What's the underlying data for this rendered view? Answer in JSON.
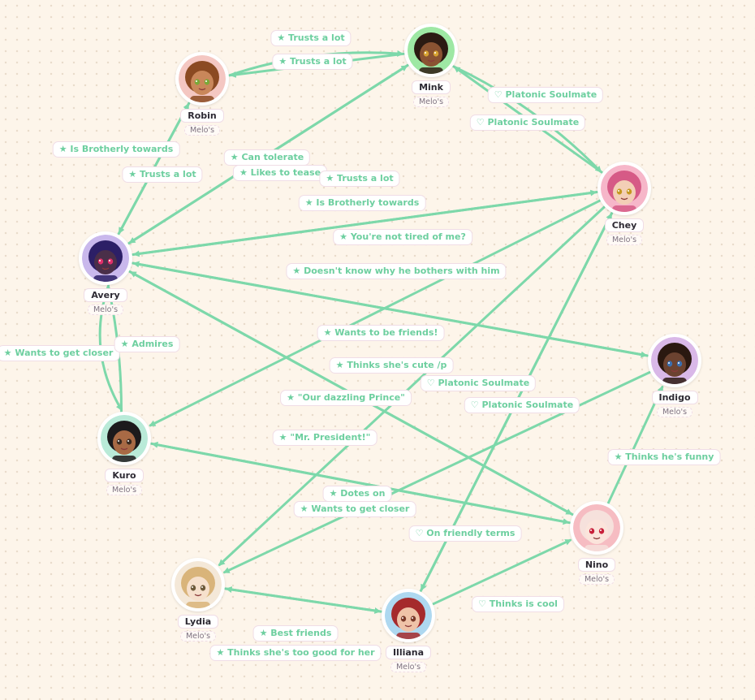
{
  "colors": {
    "edge": "#7dd8aa",
    "label_text": "#6dcf9f",
    "label_border": "#f0dde6"
  },
  "nodes": [
    {
      "id": "mink",
      "name": "Mink",
      "tag": "Melo's",
      "ring": "#9ee8a4",
      "skin": "#8a5332",
      "hair": "#2b1a12",
      "eyes": "#d7a332"
    },
    {
      "id": "robin",
      "name": "Robin",
      "tag": "Melo's",
      "ring": "#f4c7c2",
      "skin": "#c9875a",
      "hair": "#8b4a22",
      "eyes": "#7aa838"
    },
    {
      "id": "chey",
      "name": "Chey",
      "tag": "Melo's",
      "ring": "#f6b6c9",
      "skin": "#f3cfb6",
      "hair": "#d65a86",
      "eyes": "#c59820"
    },
    {
      "id": "avery",
      "name": "Avery",
      "tag": "Melo's",
      "ring": "#c9b8ec",
      "skin": "#4a2f49",
      "hair": "#2c1f66",
      "eyes": "#e0306a"
    },
    {
      "id": "indigo",
      "name": "Indigo",
      "tag": "Melo's",
      "ring": "#d9b8e8",
      "skin": "#6b4230",
      "hair": "#2a1810",
      "eyes": "#3a6fb0"
    },
    {
      "id": "kuro",
      "name": "Kuro",
      "tag": "Melo's",
      "ring": "#b9ead8",
      "skin": "#a86a45",
      "hair": "#1c1a1c",
      "eyes": "#3a2a20"
    },
    {
      "id": "nino",
      "name": "Nino",
      "tag": "Melo's",
      "ring": "#f6bcc2",
      "skin": "#fbe4db",
      "hair": "#f6e1dc",
      "eyes": "#c8203a"
    },
    {
      "id": "lydia",
      "name": "Lydia",
      "tag": "Melo's",
      "ring": "#f4e8d8",
      "skin": "#f6e0cc",
      "hair": "#d9b47a",
      "eyes": "#6d5a3a"
    },
    {
      "id": "illiana",
      "name": "Illiana",
      "tag": "Melo's",
      "ring": "#aed8f0",
      "skin": "#efc3a8",
      "hair": "#a52a2c",
      "eyes": "#7a3a2a"
    }
  ],
  "edges": [
    {
      "id": "e1",
      "from": "robin",
      "to": "mink",
      "label": "★ Trusts a lot",
      "bend": -22
    },
    {
      "id": "e2",
      "from": "mink",
      "to": "robin",
      "label": "★ Trusts a lot",
      "bend": 0
    },
    {
      "id": "e3",
      "from": "chey",
      "to": "mink",
      "label": "♡ Platonic Soulmate",
      "bend": 0
    },
    {
      "id": "e4",
      "from": "mink",
      "to": "chey",
      "label": "♡ Platonic Soulmate",
      "bend": -20
    },
    {
      "id": "e5",
      "from": "avery",
      "to": "robin",
      "label": "★ Is Brotherly towards",
      "bend": 0
    },
    {
      "id": "e6",
      "from": "robin",
      "to": "avery",
      "label": "★ Trusts a lot",
      "bend": 0
    },
    {
      "id": "e7",
      "from": "avery",
      "to": "mink",
      "label": "★ Can tolerate",
      "bend": 0
    },
    {
      "id": "e8",
      "from": "mink",
      "to": "avery",
      "label": "★ Likes to tease",
      "bend": 0
    },
    {
      "id": "e9",
      "from": "chey",
      "to": "avery",
      "label": "★ Trusts a lot",
      "bend": 0
    },
    {
      "id": "e10",
      "from": "avery",
      "to": "chey",
      "label": "★ Is Brotherly towards",
      "bend": 0
    },
    {
      "id": "e11",
      "from": "indigo",
      "to": "avery",
      "label": "★ You're not tired of me?",
      "bend": 0
    },
    {
      "id": "e12",
      "from": "avery",
      "to": "indigo",
      "label": "★ Doesn't know why he bothers with him",
      "bend": 0
    },
    {
      "id": "e13",
      "from": "avery",
      "to": "kuro",
      "label": "★ Wants to get closer",
      "bend": 35
    },
    {
      "id": "e14",
      "from": "kuro",
      "to": "avery",
      "label": "★ Admires",
      "bend": 8
    },
    {
      "id": "e15",
      "from": "chey",
      "to": "kuro",
      "label": "★ Wants to be friends!",
      "bend": 0
    },
    {
      "id": "e16",
      "from": "avery",
      "to": "nino",
      "label": "★ Thinks she's cute /p",
      "bend": 0
    },
    {
      "id": "e17",
      "from": "illiana",
      "to": "chey",
      "label": "♡ Platonic Soulmate",
      "bend": 0
    },
    {
      "id": "e18",
      "from": "chey",
      "to": "illiana",
      "label": "♡ Platonic Soulmate",
      "bend": 0
    },
    {
      "id": "e19",
      "from": "nino",
      "to": "avery",
      "label": "★ \"Our dazzling Prince\"",
      "bend": 0
    },
    {
      "id": "e20",
      "from": "chey",
      "to": "lydia",
      "label": "★ \"Mr. President!\"",
      "bend": 0
    },
    {
      "id": "e21",
      "from": "nino",
      "to": "indigo",
      "label": "★ Thinks he's funny",
      "bend": 0
    },
    {
      "id": "e22",
      "from": "nino",
      "to": "kuro",
      "label": "★ Dotes on",
      "bend": 0
    },
    {
      "id": "e23",
      "from": "kuro",
      "to": "nino",
      "label": "★ Wants to get closer",
      "bend": 0
    },
    {
      "id": "e24",
      "from": "indigo",
      "to": "lydia",
      "label": "♡ On friendly terms",
      "bend": 0
    },
    {
      "id": "e25",
      "from": "illiana",
      "to": "nino",
      "label": "♡ Thinks is cool",
      "bend": 0
    },
    {
      "id": "e26",
      "from": "illiana",
      "to": "lydia",
      "label": "★ Best friends",
      "bend": 0
    },
    {
      "id": "e27",
      "from": "lydia",
      "to": "illiana",
      "label": "★ Thinks she's too good for her",
      "bend": 0
    }
  ]
}
